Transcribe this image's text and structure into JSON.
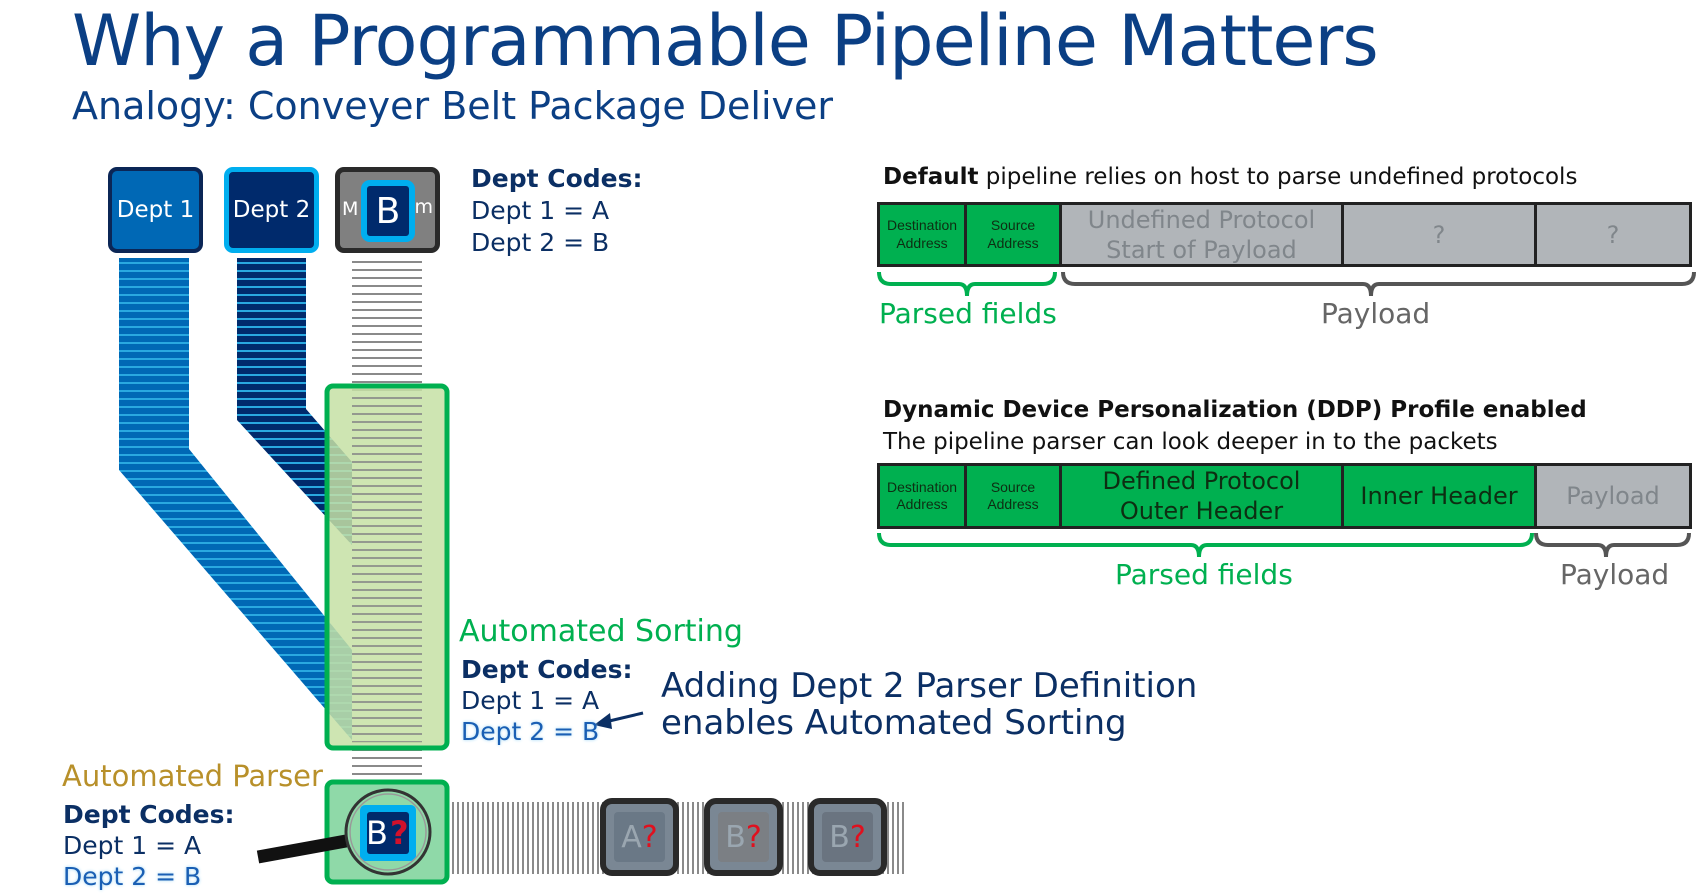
{
  "header": {
    "title": "Why a Programmable Pipeline Matters",
    "subtitle": "Analogy:  Conveyer Belt Package Deliver"
  },
  "left": {
    "dept1_box": "Dept 1",
    "dept2_box": "Dept 2",
    "mixed_box": {
      "letter": "B",
      "left_fragment": "M",
      "right_fragment": "m"
    },
    "codes_top": {
      "heading": "Dept Codes:",
      "line1": "Dept 1 = A",
      "line2": "Dept 2 = B"
    },
    "sorting": {
      "title": "Automated Sorting",
      "heading": "Dept Codes:",
      "line1": "Dept 1 = A",
      "line2": "Dept 2 = B"
    },
    "callout": {
      "line1": "Adding Dept 2 Parser Definition",
      "line2": "enables Automated Sorting"
    },
    "parser": {
      "title": "Automated Parser",
      "heading": "Dept Codes:",
      "line1": "Dept 1 = A",
      "line2": "Dept 2 = B",
      "box_letter": "B",
      "box_mark": "?"
    },
    "queue": [
      {
        "letter": "A",
        "mark": "?"
      },
      {
        "letter": "B",
        "mark": "?"
      },
      {
        "letter": "B",
        "mark": "?"
      }
    ],
    "colors": {
      "dept1": "#0068b5",
      "dept2": "#002a6c",
      "stripe": "#29a8e0",
      "green": "#00b050",
      "sort_fill": "#c5e0a5",
      "parser_title": "#b8902a"
    }
  },
  "default_pipeline": {
    "caption_bold": "Default",
    "caption_rest": " pipeline relies on host to parse undefined protocols",
    "cells": [
      {
        "line1": "Destination",
        "line2": "Address",
        "state": "parsed"
      },
      {
        "line1": "Source",
        "line2": "Address",
        "state": "parsed"
      },
      {
        "line1": "Undefined Protocol",
        "line2": "Start of Payload",
        "state": "payload"
      },
      {
        "line1": "?",
        "line2": "",
        "state": "payload"
      },
      {
        "line1": "?",
        "line2": "",
        "state": "payload"
      }
    ],
    "parsed_label": "Parsed fields",
    "payload_label": "Payload"
  },
  "ddp_pipeline": {
    "caption_bold": "Dynamic Device Personalization (DDP) Profile enabled",
    "caption_line2": "The pipeline parser can look deeper in to the packets",
    "cells": [
      {
        "line1": "Destination",
        "line2": "Address",
        "state": "parsed"
      },
      {
        "line1": "Source",
        "line2": "Address",
        "state": "parsed"
      },
      {
        "line1": "Defined Protocol",
        "line2": "Outer Header",
        "state": "parsed"
      },
      {
        "line1": "Inner Header",
        "line2": "",
        "state": "parsed"
      },
      {
        "line1": "Payload",
        "line2": "",
        "state": "payload"
      }
    ],
    "parsed_label": "Parsed fields",
    "payload_label": "Payload"
  }
}
